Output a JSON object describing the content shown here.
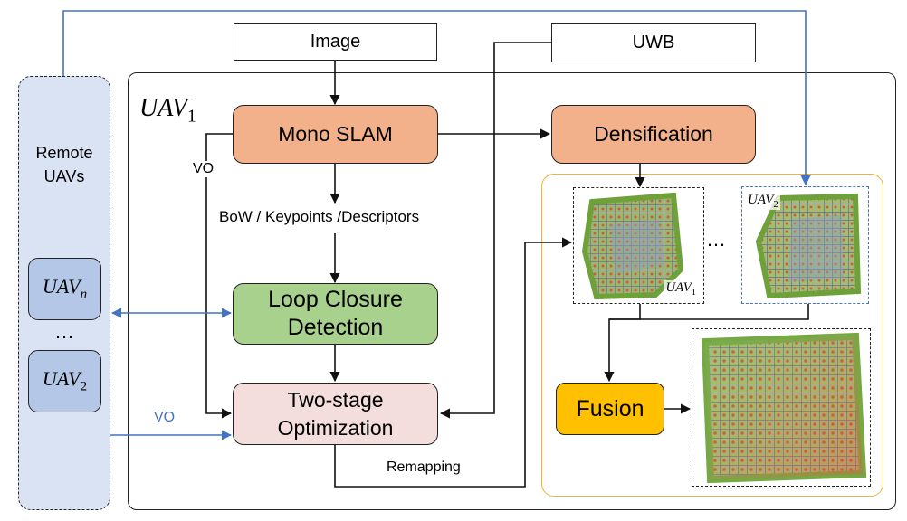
{
  "inputs": {
    "image": "Image",
    "uwb": "UWB"
  },
  "remote": {
    "title_line1": "Remote",
    "title_line2": "UAVs",
    "uav_n": {
      "base": "UAV",
      "sub": "n"
    },
    "ellipsis": "…",
    "uav_2": {
      "base": "UAV",
      "sub": "2"
    }
  },
  "main": {
    "uav_label": {
      "base": "UAV",
      "sub": "1"
    },
    "mono_slam": "Mono SLAM",
    "densification": "Densification",
    "bow_label": "BoW / Keypoints /Descriptors",
    "vo_label": "VO",
    "loop_closure_line1": "Loop Closure",
    "loop_closure_line2": "Detection",
    "two_stage_line1": "Two-stage",
    "two_stage_line2": "Optimization",
    "remapping_label": "Remapping",
    "fusion": "Fusion"
  },
  "remote_vo_label": "VO",
  "maps": {
    "uav1_map_label": {
      "base": "UAV",
      "sub": "1"
    },
    "uav2_map_label": {
      "base": "UAV",
      "sub": "2"
    },
    "dots": "…"
  },
  "colors": {
    "remote_panel": "#dae3f3",
    "remote_uav_box": "#b4c7e7",
    "blue_line": "#4472c4",
    "mono_slam": "#f2b18a",
    "loop_closure": "#a9d18e",
    "two_stage": "#f4dedd",
    "fusion": "#ffc000",
    "fusion_region_border": "#f2b233"
  }
}
